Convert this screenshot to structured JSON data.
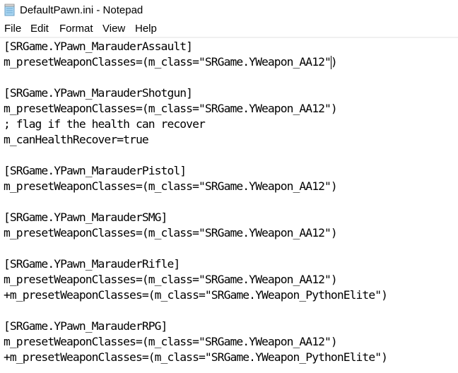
{
  "window": {
    "title": "DefaultPawn.ini - Notepad",
    "icon": "notepad-icon"
  },
  "menubar": {
    "items": [
      {
        "label": "File"
      },
      {
        "label": "Edit"
      },
      {
        "label": "Format"
      },
      {
        "label": "View"
      },
      {
        "label": "Help"
      }
    ]
  },
  "editor": {
    "lines": [
      "[SRGame.YPawn_MarauderAssault]",
      "m_presetWeaponClasses=(m_class=\"SRGame.YWeapon_AA12\")",
      "",
      "[SRGame.YPawn_MarauderShotgun]",
      "m_presetWeaponClasses=(m_class=\"SRGame.YWeapon_AA12\")",
      "; flag if the health can recover",
      "m_canHealthRecover=true",
      "",
      "[SRGame.YPawn_MarauderPistol]",
      "m_presetWeaponClasses=(m_class=\"SRGame.YWeapon_AA12\")",
      "",
      "[SRGame.YPawn_MarauderSMG]",
      "m_presetWeaponClasses=(m_class=\"SRGame.YWeapon_AA12\")",
      "",
      "[SRGame.YPawn_MarauderRifle]",
      "m_presetWeaponClasses=(m_class=\"SRGame.YWeapon_AA12\")",
      "+m_presetWeaponClasses=(m_class=\"SRGame.YWeapon_PythonElite\")",
      "",
      "[SRGame.YPawn_MarauderRPG]",
      "m_presetWeaponClasses=(m_class=\"SRGame.YWeapon_AA12\")",
      "+m_presetWeaponClasses=(m_class=\"SRGame.YWeapon_PythonElite\")"
    ],
    "caret": {
      "line": 2,
      "column": 52
    }
  }
}
